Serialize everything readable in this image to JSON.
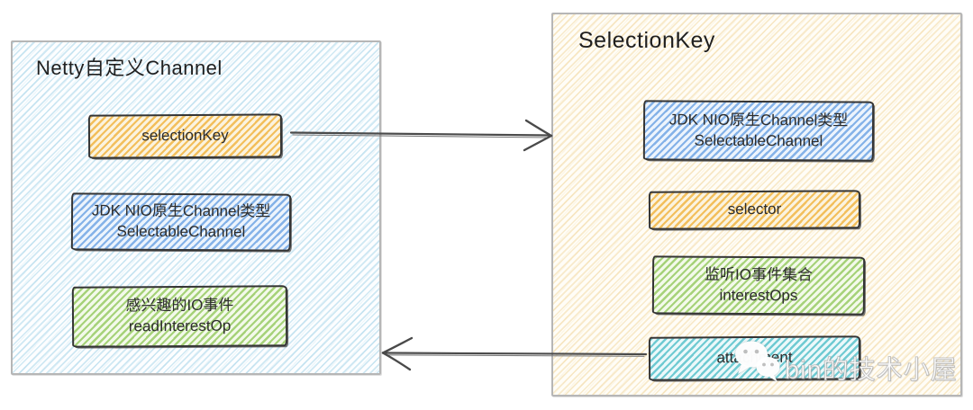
{
  "left_panel": {
    "title": "Netty自定义Channel",
    "boxes": [
      {
        "id": "selectionKey",
        "color": "#f1b33e",
        "lines": [
          "selectionKey"
        ]
      },
      {
        "id": "selectableChannel",
        "color": "#68a0e2",
        "lines": [
          "JDK NIO原生Channel类型",
          "SelectableChannel"
        ]
      },
      {
        "id": "readInterestOp",
        "color": "#8dc555",
        "lines": [
          "感兴趣的IO事件",
          "readInterestOp"
        ]
      }
    ]
  },
  "right_panel": {
    "title": "SelectionKey",
    "boxes": [
      {
        "id": "selectableChannel",
        "color": "#68a0e2",
        "lines": [
          "JDK NIO原生Channel类型",
          "SelectableChannel"
        ]
      },
      {
        "id": "selector",
        "color": "#f1b33e",
        "lines": [
          "selector"
        ]
      },
      {
        "id": "interestOps",
        "color": "#8dc555",
        "lines": [
          "监听IO事件集合",
          "interestOps"
        ]
      },
      {
        "id": "attachment",
        "color": "#4dbec8",
        "lines": [
          "attachment"
        ]
      }
    ]
  },
  "arrows": [
    {
      "id": "selectionKey-to-selectionkey-panel",
      "direction": "right",
      "from": "selectionKey",
      "to": "SelectionKey panel"
    },
    {
      "id": "attachment-to-channel-panel",
      "direction": "left",
      "from": "attachment",
      "to": "Netty自定义Channel panel"
    }
  ],
  "watermark": {
    "icon": "wechat-icon",
    "text": "bin的技术小屋"
  },
  "colors": {
    "panel_left_hatch": "#6eb9da",
    "panel_right_hatch": "#e9be64",
    "box_border": "#343434",
    "panel_border": "#b6b6b6",
    "arrow": "#4a4a4a",
    "text": "#2d2d2d"
  }
}
